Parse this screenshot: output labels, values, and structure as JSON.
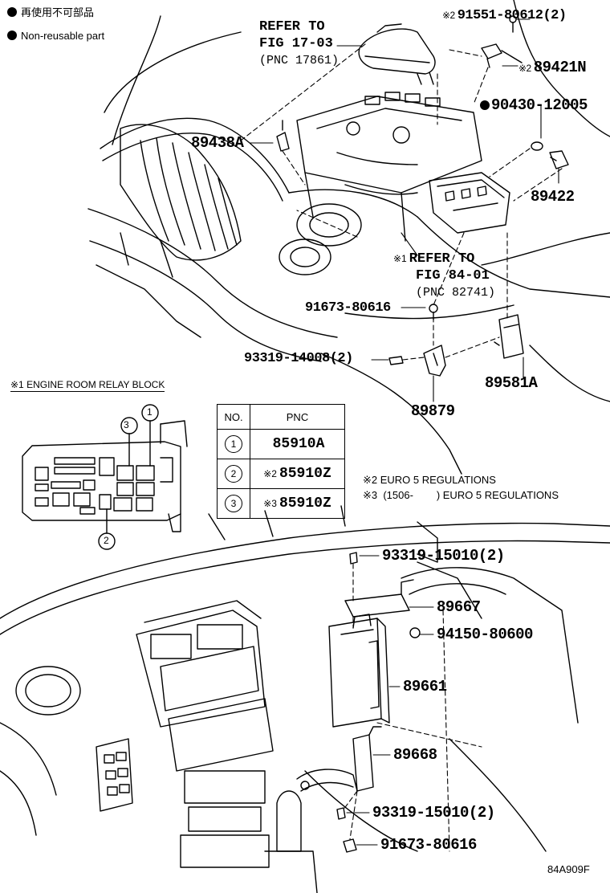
{
  "legend": {
    "jp_label": "再使用不可部品",
    "en_label": "Non-reusable part"
  },
  "refs": [
    {
      "line1": "REFER TO",
      "line2": "FIG 17-03",
      "pnc": "(PNC 17861)"
    },
    {
      "line1": "REFER TO",
      "line2": "FIG 84-01",
      "pnc": "(PNC 82741)",
      "mark": "※1"
    }
  ],
  "parts": {
    "p91551": {
      "mark": "※2",
      "code": "91551-80612(2)"
    },
    "p89421N": {
      "mark": "※2",
      "code": "89421N"
    },
    "p90430": {
      "code": "90430-12005",
      "non_reusable": true
    },
    "p89438A": {
      "code": "89438A"
    },
    "p89422": {
      "code": "89422"
    },
    "p91673_top": {
      "code": "91673-80616"
    },
    "p93319_14008": {
      "code": "93319-14008(2)"
    },
    "p89581A": {
      "code": "89581A"
    },
    "p89879": {
      "code": "89879"
    },
    "p93319_15010_top": {
      "code": "93319-15010(2)"
    },
    "p89667": {
      "code": "89667"
    },
    "p94150": {
      "code": "94150-80600"
    },
    "p89661": {
      "code": "89661"
    },
    "p89668": {
      "code": "89668"
    },
    "p93319_15010_bot": {
      "code": "93319-15010(2)"
    },
    "p91673_bot": {
      "code": "91673-80616"
    }
  },
  "relay_block": {
    "title": "※1  ENGINE ROOM RELAY BLOCK",
    "callouts": [
      "1",
      "2",
      "3"
    ]
  },
  "pnc_table": {
    "headers": [
      "NO.",
      "PNC"
    ],
    "rows": [
      {
        "no": "1",
        "mark": "",
        "pnc": "85910A"
      },
      {
        "no": "2",
        "mark": "※2",
        "pnc": "85910Z"
      },
      {
        "no": "3",
        "mark": "※3",
        "pnc": "85910Z"
      }
    ]
  },
  "notes": {
    "note2": "※2  EURO 5 REGULATIONS",
    "note3": "※3  (1506-        ) EURO 5 REGULATIONS"
  },
  "figure_id": "84A909F"
}
